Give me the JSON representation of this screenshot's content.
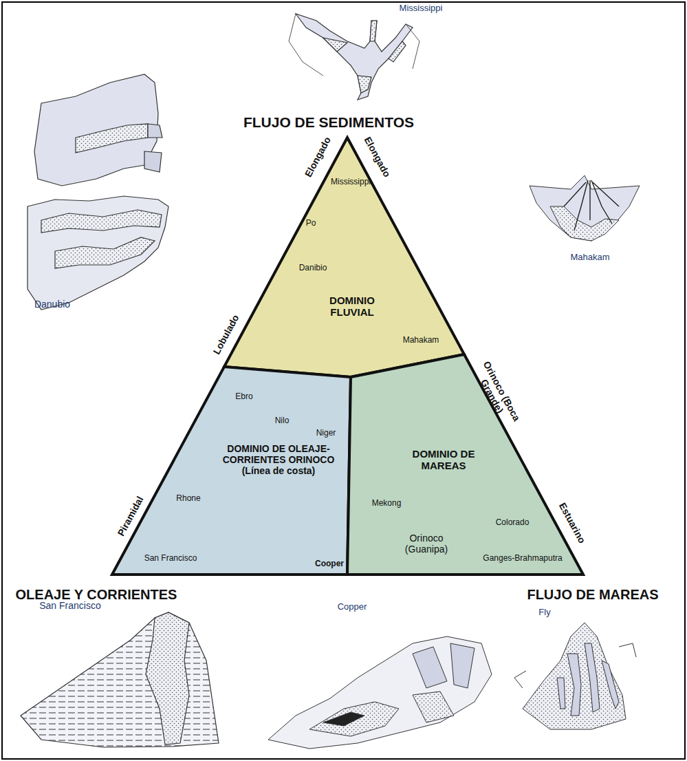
{
  "diagram": {
    "nodes": [
      {
        "text": [
          "DOMINIO FLUVIAL",
          "Mississippi",
          "Po",
          "Danibio",
          "Mahakam"
        ]
      },
      {
        "text": [
          "DOMINIO DE OLEAJE-CORRIENTES ORINOCO (Línea de costa)",
          "Ebro",
          "Nilo",
          "Niger",
          "Rhone",
          "San Francisco"
        ]
      },
      {
        "text": [
          "DOMINIO DE MAREAS",
          "Mekong",
          "Orinoco (Guanipa)",
          "Colorado",
          "Ganges-Brahmaputra"
        ]
      }
    ],
    "edges": [],
    "labels": [
      "FLUJO DE SEDIMENTOS",
      "OLEAJE Y CORRIENTES",
      "FLUJO DE MAREAS",
      "Elongado",
      "Elongado",
      "Lobulado",
      "Piramidal",
      "Orinoco (Boca Grande)",
      "Estuarino",
      "Cooper",
      "Mississippi",
      "Danubio",
      "Mahakam",
      "San Francisco",
      "Copper",
      "Fly"
    ]
  }
}
